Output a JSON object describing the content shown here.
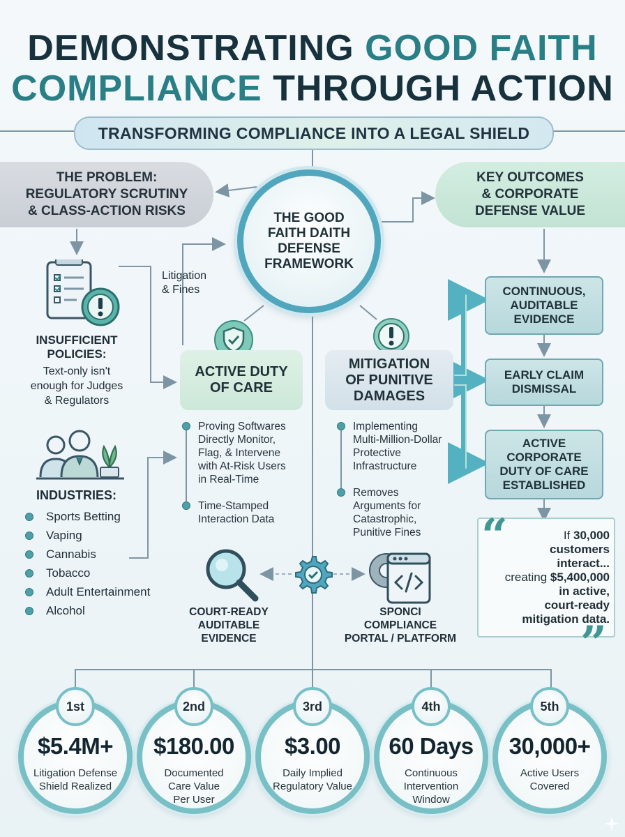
{
  "title": {
    "line1_a": "DEMONSTRATING ",
    "line1_b": "GOOD FAITH",
    "line2_a": "COMPLIANCE",
    "line2_b": " THROUGH ACTION"
  },
  "banner": "TRANSFORMING COMPLIANCE INTO A LEGAL SHIELD",
  "problem": {
    "line1": "THE PROBLEM:",
    "line2": "REGULATORY SCRUTINY",
    "line3": "& CLASS-ACTION RISKS"
  },
  "outcomes_header": {
    "line1": "KEY OUTCOMES",
    "line2": "& CORPORATE",
    "line3": "DEFENSE VALUE"
  },
  "hub": {
    "line1": "THE GOOD",
    "line2": "FAITH DAITH",
    "line3": "DEFENSE",
    "line4": "FRAMEWORK"
  },
  "litigation": {
    "line1": "Litigation",
    "line2": "& Fines"
  },
  "insufficient": {
    "title1": "INSUFFICIENT",
    "title2": "POLICIES:",
    "line1": "Text-only isn't",
    "line2": "enough for Judges",
    "line3": "& Regulators"
  },
  "industries": {
    "title": "INDUSTRIES:",
    "items": [
      "Sports Betting",
      "Vaping",
      "Cannabis",
      "Tobacco",
      "Adult Entertainment",
      "Alcohol"
    ]
  },
  "duty": {
    "title1": "ACTIVE DUTY",
    "title2": "OF CARE",
    "bullet1": [
      "Proving Softwares",
      "Directly Monitor,",
      "Flag, & Intervene",
      "with At-Risk Users",
      "in Real-Time"
    ],
    "bullet2": [
      "Time-Stamped",
      "Interaction Data"
    ]
  },
  "mitigation": {
    "title1": "MITIGATION",
    "title2": "OF PUNITIVE",
    "title3": "DAMAGES",
    "bullet1": [
      "Implementing",
      "Multi-Million-Dollar",
      "Protective",
      "Infrastructure"
    ],
    "bullet2": [
      "Removes",
      "Arguments for",
      "Catastrophic,",
      "Punitive Fines"
    ]
  },
  "outcomes": [
    [
      "CONTINUOUS,",
      "AUDITABLE",
      "EVIDENCE"
    ],
    [
      "EARLY CLAIM",
      "DISMISSAL"
    ],
    [
      "ACTIVE",
      "CORPORATE",
      "DUTY OF CARE",
      "ESTABLISHED"
    ]
  ],
  "evidence": {
    "line1": "COURT-READY",
    "line2": "AUDITABLE",
    "line3": "EVIDENCE"
  },
  "portal": {
    "line1": "SPONCI",
    "line2": "COMPLIANCE",
    "line3": "PORTAL / PLATFORM"
  },
  "quote": {
    "l1a": "If ",
    "l1b": "30,000",
    "l2": "customers",
    "l3": "interact...",
    "l4a": "creating ",
    "l4b": "$5,400,000",
    "l5": "in active,",
    "l6": "court-ready",
    "l7": "mitigation data."
  },
  "stats": [
    {
      "rank": "1st",
      "value": "$5.4M+",
      "label1": "Litigation Defense",
      "label2": "Shield Realized"
    },
    {
      "rank": "2nd",
      "value": "$180.00",
      "label1": "Documented",
      "label2": "Care Value",
      "label3": "Per User"
    },
    {
      "rank": "3rd",
      "value": "$3.00",
      "label1": "Daily Implied",
      "label2": "Regulatory Value"
    },
    {
      "rank": "4th",
      "value": "60 Days",
      "label1": "Continuous",
      "label2": "Intervention",
      "label3": "Window"
    },
    {
      "rank": "5th",
      "value": "30,000+",
      "label1": "Active Users",
      "label2": "Covered"
    }
  ],
  "colors": {
    "accent": "#2a7f86",
    "ring": "#4fa6bd",
    "stat_ring": "#79bfc6",
    "navy": "#17313d"
  }
}
